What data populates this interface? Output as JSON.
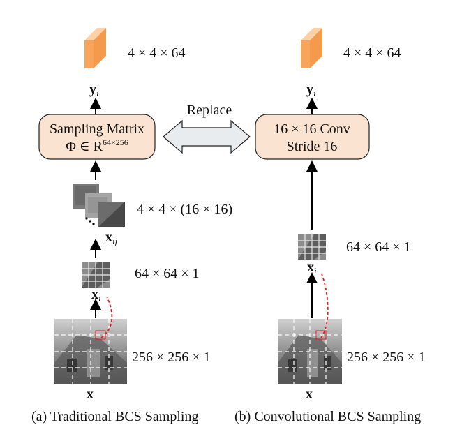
{
  "left": {
    "output_shape": "4 × 4 × 64",
    "output_label": {
      "main": "y",
      "sub": "i"
    },
    "box": {
      "line1": "Sampling Matrix",
      "line2_prefix": "Φ ∈ R",
      "line2_superscript": "64×256"
    },
    "blocks_shape": "4 × 4 × (16 × 16)",
    "blocks_label": {
      "main": "x",
      "sub": "ij"
    },
    "patch_shape": "64 × 64 × 1",
    "patch_label": {
      "main": "x",
      "sub": "i"
    },
    "image_shape": "256 × 256 × 1",
    "image_label": "x",
    "caption": "(a) Traditional BCS Sampling"
  },
  "middle": {
    "replace_label": "Replace"
  },
  "right": {
    "output_shape": "4 × 4 × 64",
    "output_label": {
      "main": "y",
      "sub": "i"
    },
    "box": {
      "line1": "16 × 16 Conv",
      "line2": "Stride 16"
    },
    "patch_shape": "64 × 64 × 1",
    "patch_label": {
      "main": "x",
      "sub": "i"
    },
    "image_shape": "256 × 256 × 1",
    "image_label": "x",
    "caption": "(b) Convolutional BCS Sampling"
  },
  "colors": {
    "box_fill": "#fbe3d1",
    "box_stroke": "#222222",
    "cube_front": "#f8a45a",
    "cube_top": "#fcd1a6",
    "cube_side": "#f39a4c",
    "dashed_link": "#e02020",
    "replace_arrow_fill": "#e9ecef"
  }
}
